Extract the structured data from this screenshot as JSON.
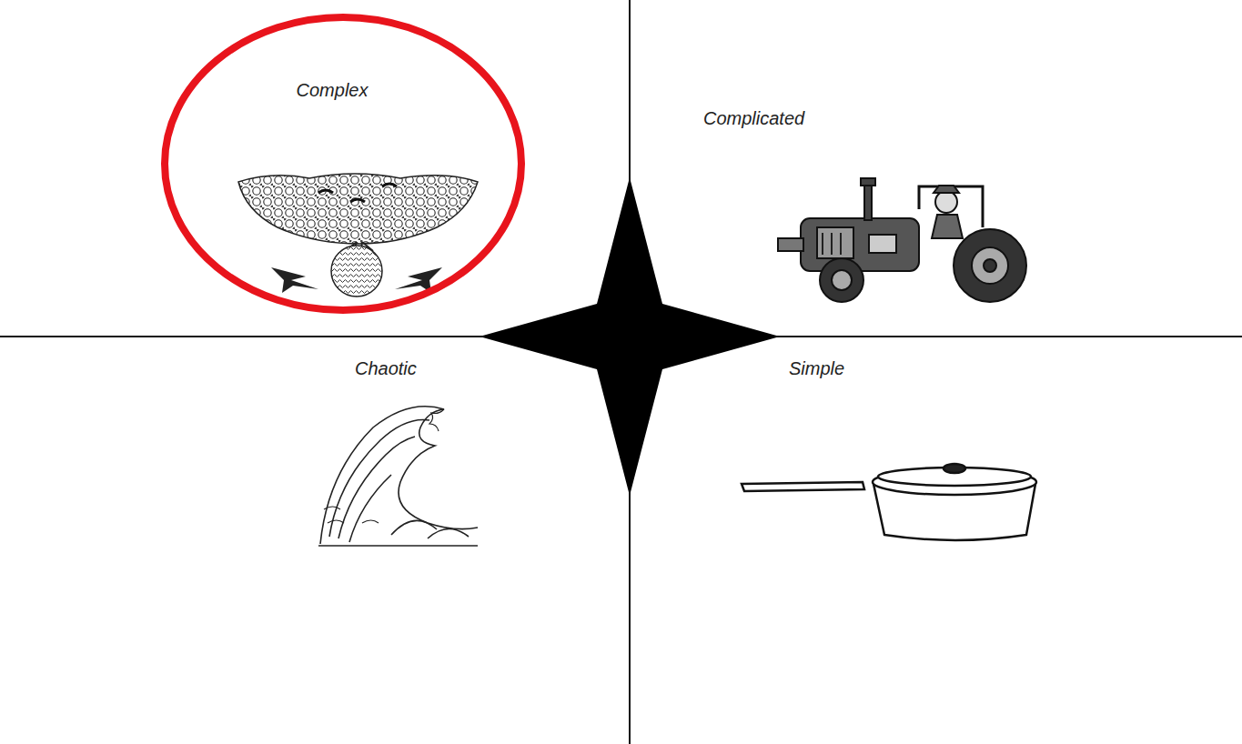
{
  "diagram": {
    "nodes": [
      {
        "text": [
          "Complex"
        ]
      }
    ],
    "labels": [
      "Complicated",
      "Chaotic",
      "Simple"
    ]
  }
}
